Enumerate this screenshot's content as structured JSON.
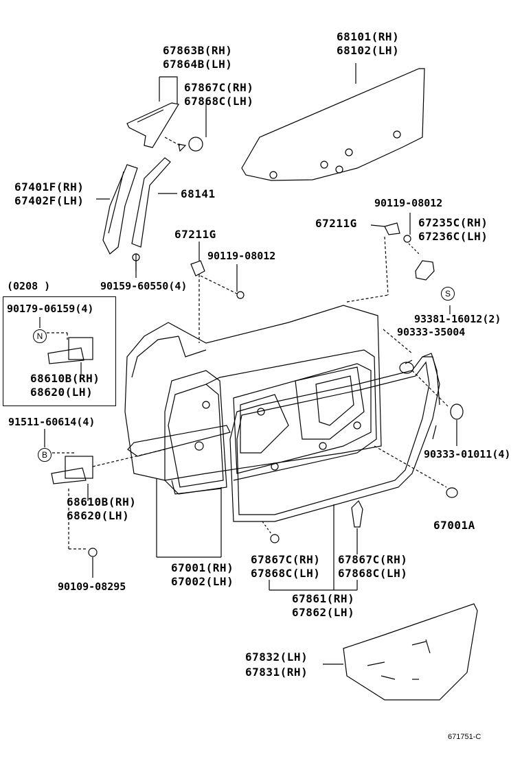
{
  "labels": {
    "a1": "67863B(RH)",
    "a2": "67864B(LH)",
    "b1": "67867C(RH)",
    "b2": "67868C(LH)",
    "c1": "68101(RH)",
    "c2": "68102(LH)",
    "d1": "67401F(RH)",
    "d2": "67402F(LH)",
    "e1": "68141",
    "f1": "67211G",
    "g1": "90119-08012",
    "h1": "90159-60550(4)",
    "i1": "67211G",
    "j1": "90119-08012",
    "k1": "67235C(RH)",
    "k2": "67236C(LH)",
    "l1": "93381-16012(2)",
    "m1": "90333-35004",
    "n0": "(0208      )",
    "n1": "90179-06159(4)",
    "n2": "68610B(RH)",
    "n3": "68620(LH)",
    "o1": "91511-60614(4)",
    "p1": "68610B(RH)",
    "p2": "68620(LH)",
    "q1": "90333-01011(4)",
    "r1": "67001A",
    "s1": "90109-08295",
    "t1": "67001(RH)",
    "t2": "67002(LH)",
    "u1": "67867C(RH)",
    "u2": "67868C(LH)",
    "v1": "67867C(RH)",
    "v2": "67868C(LH)",
    "w1": "67861(RH)",
    "w2": "67862(LH)",
    "x1": "67832(LH)",
    "x2": "67831(RH)"
  },
  "badges": {
    "n": "N",
    "b": "B",
    "s": "S"
  },
  "ref_code": "671751-C"
}
